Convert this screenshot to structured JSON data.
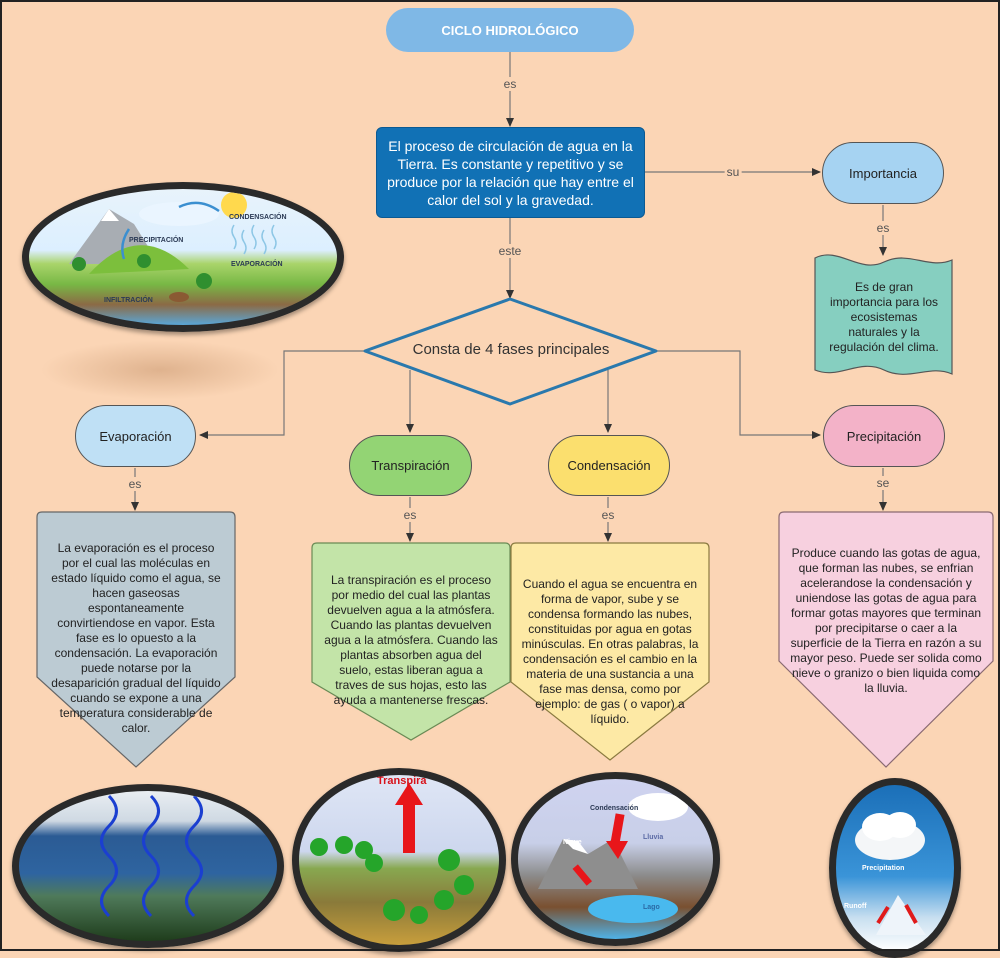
{
  "title": "CICLO HIDROLÓGICO",
  "connectors": {
    "title_to_definition": "es",
    "definition_to_importance": "su",
    "definition_to_phases": "este",
    "importance_to_detail": "es",
    "evaporation_link": "es",
    "transpiration_link": "es",
    "condensation_link": "es",
    "precipitation_link": "se"
  },
  "definition": "El proceso de circulación de agua en la Tierra. Es constante y repetitivo y se produce por la relación que hay entre el calor del sol y la gravedad.",
  "importance": {
    "label": "Importancia",
    "detail": "Es de gran importancia para los ecosistemas naturales y la regulación del clima."
  },
  "phases_node": "Consta de 4 fases principales",
  "phases": [
    {
      "id": "evaporacion",
      "label": "Evaporación",
      "description": "La evaporación es el proceso por el cual las moléculas en estado líquido como el agua, se hacen gaseosas espontaneamente convirtiendose en vapor. Esta fase es lo opuesto a la condensación. La evaporación puede notarse por la desaparición gradual del líquido cuando se expone a una temperatura considerable de calor."
    },
    {
      "id": "transpiracion",
      "label": "Transpiración",
      "description": "La transpiración es el proceso por medio del cual las plantas devuelven agua a la atmósfera. Cuando las plantas devuelven agua a la atmósfera. Cuando las plantas absorben agua del suelo, estas liberan agua a traves de sus hojas, esto las ayuda a mantenerse frescas."
    },
    {
      "id": "condensacion",
      "label": "Condensación",
      "description": "Cuando el agua se encuentra en forma de vapor, sube y se condensa formando las nubes, constituidas por agua en gotas minúsculas. En otras palabras, la condensación es el cambio en la materia de una sustancia a una fase mas densa, como por ejemplo: de gas ( o vapor) a líquido."
    },
    {
      "id": "precipitacion",
      "label": "Precipitación",
      "description": "Produce cuando las gotas de agua, que forman las nubes, se enfrian acelerandose la condensación y uniendose las gotas de agua para formar gotas mayores que terminan por precipitarse o caer a la superficie de la Tierra en razón a su mayor peso. Puede ser solida como nieve o granizo o bien liquida como la lluvia."
    }
  ],
  "images": {
    "cycle": {
      "captions": [
        "CONDENSACIÓN",
        "PRECIPITACIÓN",
        "EVAPORACIÓN",
        "INFILTRACIÓN"
      ]
    },
    "transpiration": {
      "caption": "Transpira"
    },
    "condensation": {
      "captions": [
        "Condensación",
        "Nieve",
        "Lluvia",
        "Lago"
      ]
    },
    "precipitation": {
      "captions": [
        "Precipitation",
        "Runoff"
      ]
    }
  },
  "colors": {
    "background": "#fbd5b5",
    "title": "#7fb8e6",
    "definition": "#1171b5",
    "importance": "#a6d3f2",
    "importance_detail": "#86cfc0",
    "diamond_stroke": "#2a79ad",
    "evaporacion": "#bfe0f5",
    "evaporacion_desc": "#bccbd3",
    "transpiracion": "#93d474",
    "transpiracion_desc": "#c3e4a8",
    "condensacion": "#fbdf6e",
    "condensacion_desc": "#fde9a5",
    "precipitacion": "#f3b2c8",
    "precipitacion_desc": "#f7d0df"
  }
}
